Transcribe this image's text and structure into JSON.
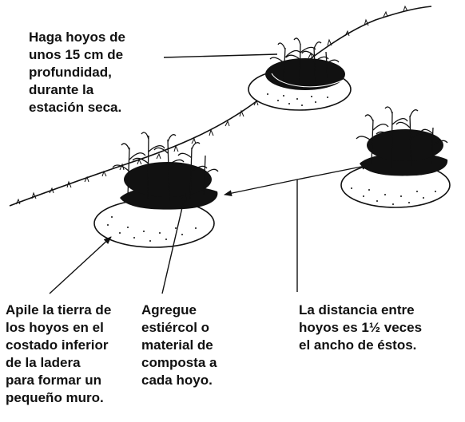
{
  "labels": {
    "dig_holes": "Haga hoyos de\nunos 15 cm de\nprofundidad,\ndurante la\nestación seca.",
    "pile_soil": "Apile la tierra de\nlos hoyos en el\ncostado inferior\nde la ladera\npara formar un\npequeño muro.",
    "add_compost": "Agregue\nestiércol o\nmaterial de\ncomposta a\ncada hoyo.",
    "spacing": "La distancia entre\nhoyos es 1½ veces\nel ancho de éstos."
  }
}
